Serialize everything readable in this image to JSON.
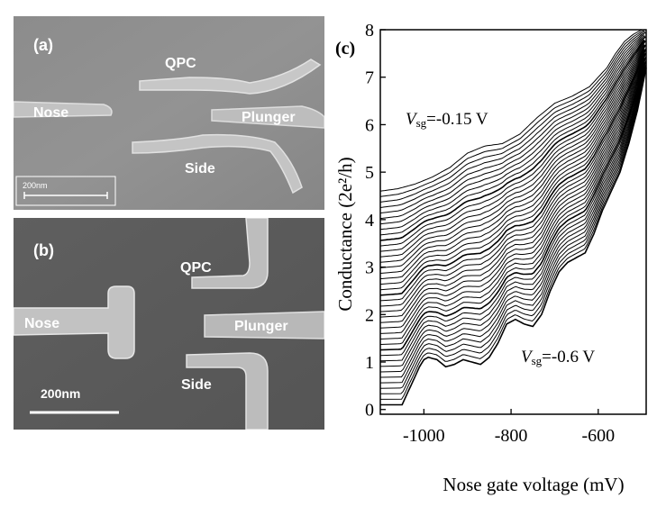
{
  "figure": {
    "panel_a": {
      "label": "(a)",
      "gate_labels": {
        "qpc": "QPC",
        "nose": "Nose",
        "plunger": "Plunger",
        "side": "Side"
      },
      "scale_bar": "200nm"
    },
    "panel_b": {
      "label": "(b)",
      "gate_labels": {
        "qpc": "QPC",
        "nose": "Nose",
        "plunger": "Plunger",
        "side": "Side"
      },
      "scale_bar": "200nm"
    },
    "panel_c": {
      "label": "(c)",
      "annotation_top": {
        "symbol": "V",
        "subscript": "sg",
        "value": "=-0.15 V"
      },
      "annotation_bottom": {
        "symbol": "V",
        "subscript": "sg",
        "value": "=-0.6 V"
      }
    }
  },
  "chart_data": {
    "type": "line",
    "xlabel": "Nose gate voltage (mV)",
    "ylabel": "Conductance (2e²/h)",
    "xlim": [
      -1100,
      -490
    ],
    "ylim": [
      -0.1,
      8
    ],
    "x_ticks": [
      -1000,
      -800,
      -600
    ],
    "x_tick_labels": [
      "-1000",
      "-800",
      "-600"
    ],
    "y_ticks": [
      0,
      1,
      2,
      3,
      4,
      5,
      6,
      7,
      8
    ],
    "y_tick_labels": [
      "0",
      "1",
      "2",
      "3",
      "4",
      "5",
      "6",
      "7",
      "8"
    ],
    "trace_count": 40,
    "bottom_trace_start_x": -1050,
    "top_trace_start_x": -1100,
    "bottom_trace_vsg": -0.6,
    "top_trace_vsg": -0.15,
    "bottom_trace_onset_level": 0.1,
    "top_trace_onset_level": 4.6,
    "bottom_trace": {
      "x": [
        -1050,
        -1030,
        -1010,
        -1000,
        -990,
        -970,
        -950,
        -930,
        -910,
        -890,
        -870,
        -850,
        -830,
        -810,
        -790,
        -770,
        -750,
        -730,
        -710,
        -690,
        -670,
        -650,
        -630,
        -610,
        -590,
        -570,
        -550,
        -530,
        -510,
        -490
      ],
      "y": [
        0.1,
        0.5,
        0.9,
        1.05,
        1.1,
        1.05,
        0.9,
        0.95,
        1.05,
        1.0,
        0.95,
        1.1,
        1.4,
        1.8,
        1.9,
        1.8,
        1.75,
        2.0,
        2.5,
        2.9,
        3.1,
        3.2,
        3.3,
        3.7,
        4.2,
        4.6,
        5.0,
        5.6,
        6.3,
        7.2
      ]
    },
    "top_trace": {
      "x": [
        -1100,
        -1060,
        -1020,
        -980,
        -940,
        -900,
        -860,
        -820,
        -780,
        -740,
        -700,
        -660,
        -620,
        -580,
        -560,
        -540,
        -520,
        -500,
        -490
      ],
      "y": [
        4.6,
        4.65,
        4.75,
        4.9,
        5.1,
        5.4,
        5.55,
        5.6,
        5.8,
        6.15,
        6.45,
        6.6,
        6.8,
        7.2,
        7.5,
        7.75,
        7.9,
        8.0,
        8.0
      ]
    }
  }
}
